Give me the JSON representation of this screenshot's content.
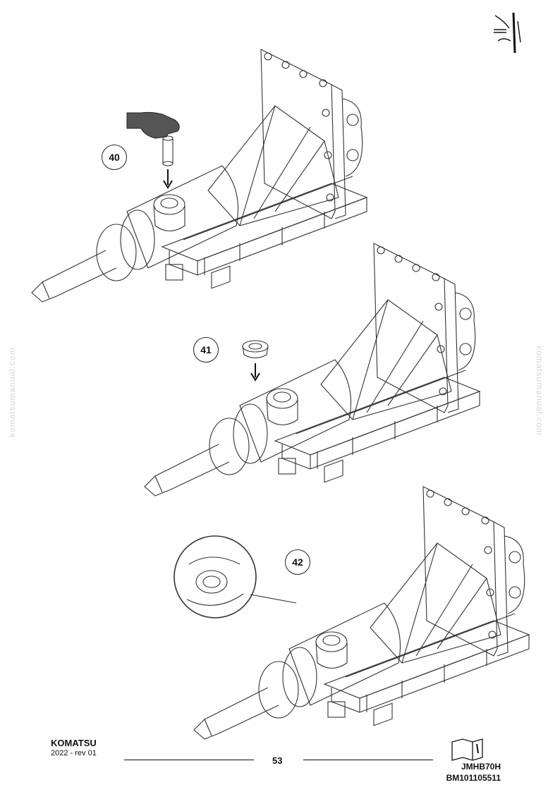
{
  "watermark": "komatsumanual.com",
  "steps": [
    {
      "number": "40"
    },
    {
      "number": "41"
    },
    {
      "number": "42"
    }
  ],
  "footer": {
    "brand": "KOMATSU",
    "revision": "2022 -  rev 01",
    "page_number": "53",
    "model": "JMHB70H",
    "document_code": "BM101105511"
  },
  "icons": {
    "corner": "lubrication-symbol-icon",
    "manual": "manual-book-icon"
  }
}
